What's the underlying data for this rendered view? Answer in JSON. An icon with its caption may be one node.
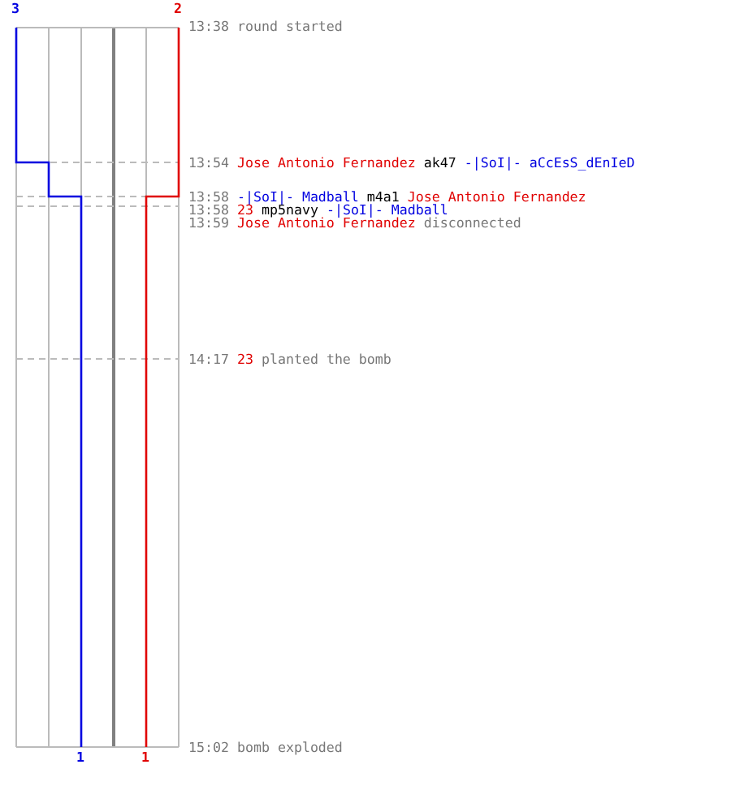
{
  "diagram": {
    "labels": [
      "3",
      "2",
      "13:38",
      "round started",
      "13:54",
      "Jose Antonio Fernandez",
      "ak47",
      "-|SoI|- aCcEsS_dEnIeD",
      "13:58",
      "-|SoI|- Madball",
      "m4a1",
      "Jose Antonio Fernandez",
      "13:58",
      "23",
      "mp5navy",
      "-|SoI|- Madball",
      "13:59",
      "Jose Antonio Fernandez",
      "disconnected",
      "14:17",
      "23",
      "planted the bomb",
      "15:02",
      "bomb exploded",
      "1",
      "1"
    ]
  }
}
